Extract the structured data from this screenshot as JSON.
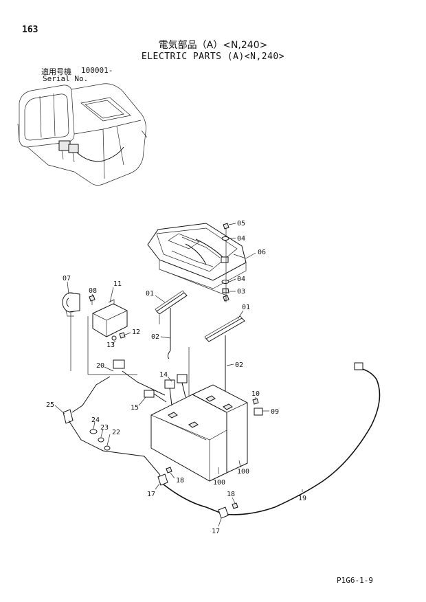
{
  "header": {
    "page_number": "163",
    "title_jp": "電気部品（A）<N,240>",
    "title_en": "ELECTRIC PARTS (A)<N,240>",
    "serial_label_jp": "適用号機",
    "serial_value": "100001-",
    "serial_label_en": "Serial No."
  },
  "callouts": {
    "c05": "05",
    "c04a": "04",
    "c06": "06",
    "c04b": "04",
    "c03": "03",
    "c07": "07",
    "c08": "08",
    "c11": "11",
    "c01a": "01",
    "c01b": "01",
    "c12": "12",
    "c13": "13",
    "c02a": "02",
    "c02b": "02",
    "c20": "20",
    "c14": "14",
    "c15": "15",
    "c10": "10",
    "c09": "09",
    "c25": "25",
    "c24": "24",
    "c23": "23",
    "c22": "22",
    "c100a": "100",
    "c100b": "100",
    "c18a": "18",
    "c17a": "17",
    "c18b": "18",
    "c19": "19",
    "c17b": "17"
  },
  "footer": {
    "code": "P1G6-1-9"
  }
}
